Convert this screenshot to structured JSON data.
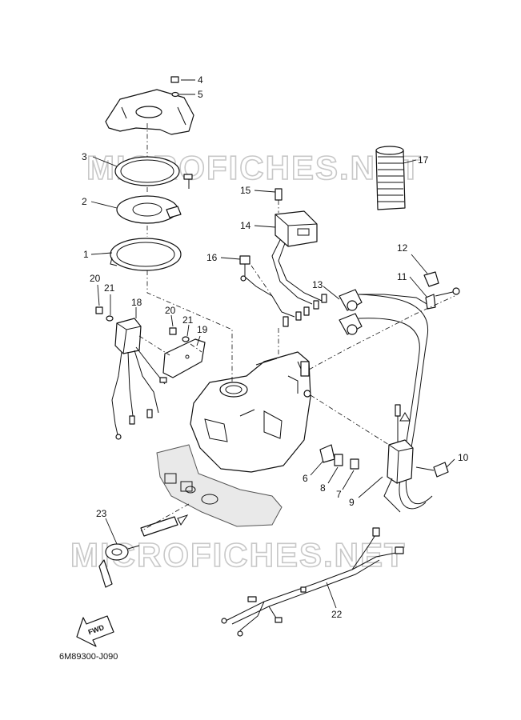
{
  "watermark": {
    "text": "MICROFICHES.NET"
  },
  "diagram_code": "6M89300-J090",
  "fwd_label": "FWD",
  "callouts": [
    "1",
    "2",
    "3",
    "4",
    "5",
    "6",
    "7",
    "8",
    "9",
    "10",
    "11",
    "12",
    "13",
    "14",
    "15",
    "16",
    "17",
    "18",
    "19",
    "20",
    "21",
    "20",
    "21",
    "22",
    "23"
  ]
}
